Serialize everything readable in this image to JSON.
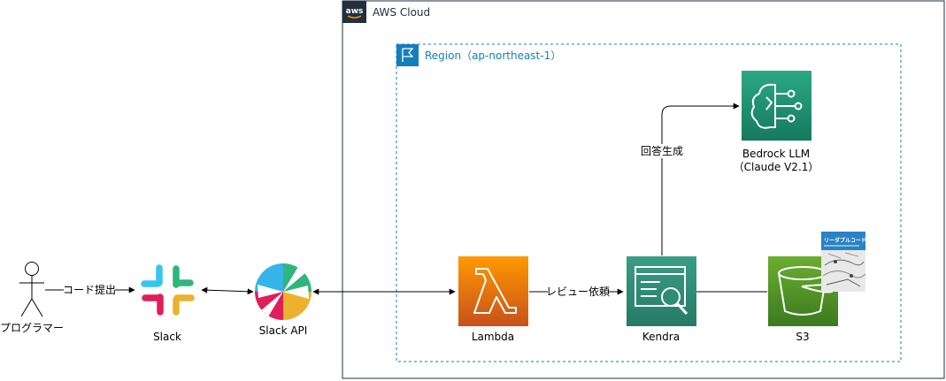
{
  "groups": {
    "aws_cloud": "AWS Cloud",
    "aws_logo_text": "aws",
    "region": "Region（ap-northeast-1）"
  },
  "actors": {
    "programmer": "プログラマー"
  },
  "services": {
    "slack": "Slack",
    "slack_api": "Slack API",
    "lambda": "Lambda",
    "kendra": "Kendra",
    "s3": "S3",
    "bedrock_line1": "Bedrock LLM",
    "bedrock_line2": "（Claude V2.1）"
  },
  "edges": {
    "submit_code": "コード提出",
    "review_request": "レビュー依頼",
    "generate_answer": "回答生成"
  },
  "book": {
    "title": "リーダブルコード"
  },
  "colors": {
    "cloud_border": "#232F3E",
    "region_border": "#147EBA",
    "region_text": "#147EBA",
    "lambda_top": "#F78E04",
    "lambda_bottom": "#D05C17",
    "kendra": "#2E8C75",
    "bedrock": "#1C8E6E",
    "s3": "#3F8624",
    "book": "#2A82C4"
  }
}
